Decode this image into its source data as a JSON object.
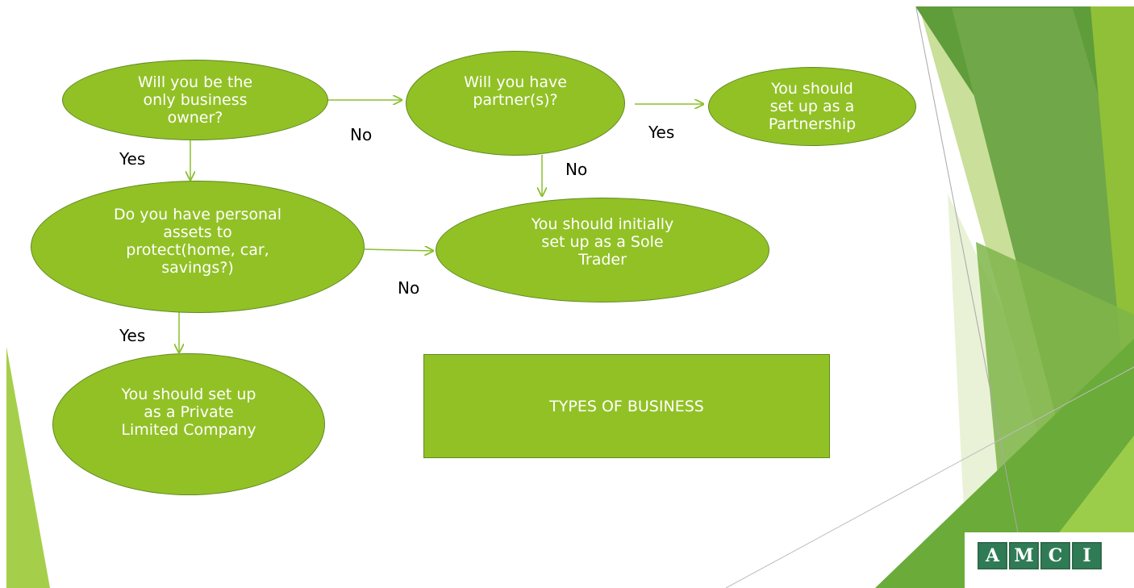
{
  "nodes": {
    "only_owner": "Will you be the\nonly business\nowner?",
    "partners": "Will you have\npartner(s)?",
    "partnership": "You should\nset up as a\nPartnership",
    "personal_assets": "Do you have personal\nassets to\nprotect(home, car,\nsavings?)",
    "sole_trader": "You should initially\nset up as a Sole\nTrader",
    "private_limited": "You should set up\nas a Private\nLimited Company",
    "types_of_business": "TYPES OF BUSINESS"
  },
  "edge_labels": {
    "yes_1": "Yes",
    "no_1": "No",
    "yes_2": "Yes",
    "no_2": "No",
    "no_3": "No",
    "yes_3": "Yes"
  },
  "logo": {
    "letters": [
      "A",
      "M",
      "C",
      "I"
    ]
  },
  "colors": {
    "node_fill": "#92c126",
    "node_border": "#5f8a1f",
    "arrow": "#8bbf2e",
    "accent_dark": "#4e8f2a",
    "accent_light": "#c7dd95",
    "logo_green": "#2f7b55"
  }
}
